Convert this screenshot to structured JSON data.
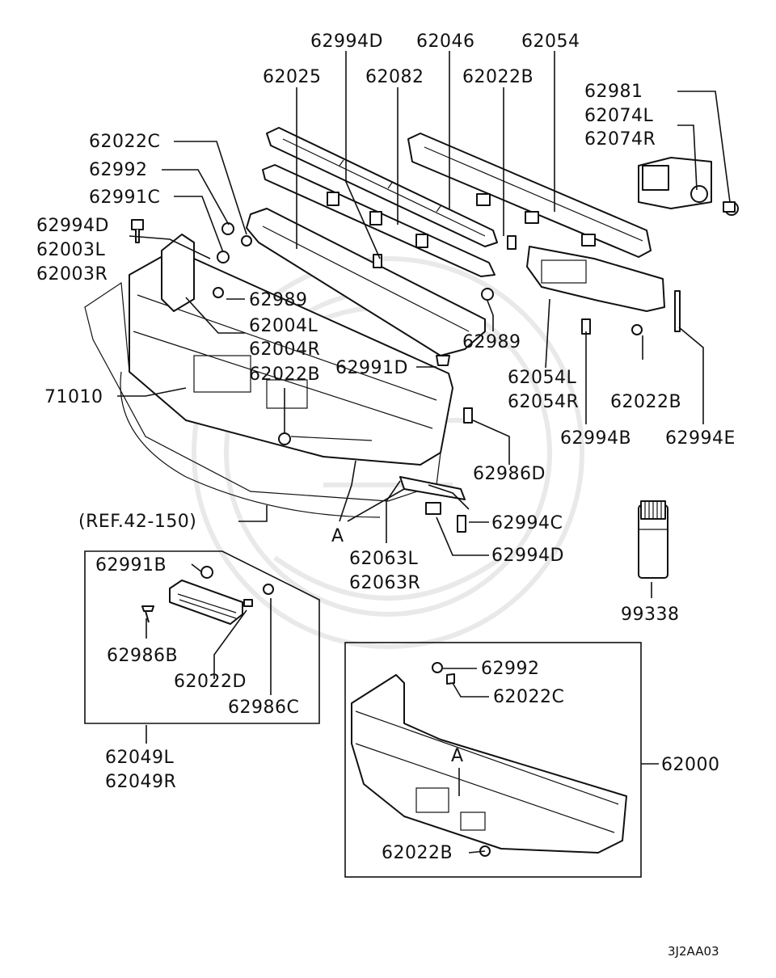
{
  "diagram": {
    "labels": {
      "p62994D_top": "62994D",
      "p62046": "62046",
      "p62054": "62054",
      "p62025": "62025",
      "p62082": "62082",
      "p62022B_top": "62022B",
      "p62981": "62981",
      "p62074L": "62074L",
      "p62074R": "62074R",
      "p62022C_top": "62022C",
      "p62992_top": "62992",
      "p62991C": "62991C",
      "p62994D_left": "62994D",
      "p62003L": "62003L",
      "p62003R": "62003R",
      "p62989_a": "62989",
      "p62004L": "62004L",
      "p62004R": "62004R",
      "p62989_b": "62989",
      "p62991D": "62991D",
      "p62022B_mid": "62022B",
      "p71010": "71010",
      "p62054L": "62054L",
      "p62054R": "62054R",
      "p62022B_right": "62022B",
      "p62994B": "62994B",
      "p62994E": "62994E",
      "p62986D": "62986D",
      "ref": "(REF.42-150)",
      "A_top": "A",
      "p62994C": "62994C",
      "p62063L": "62063L",
      "p62063R": "62063R",
      "p62994D_bottom": "62994D",
      "p62991B": "62991B",
      "p62986B": "62986B",
      "p62022D": "62022D",
      "p62986C": "62986C",
      "p62049L": "62049L",
      "p62049R": "62049R",
      "p99338": "99338",
      "p62992_inset": "62992",
      "p62022C_inset": "62022C",
      "A_inset": "A",
      "p62000": "62000",
      "p62022B_inset": "62022B",
      "drawing_code": "3J2AA03"
    }
  }
}
